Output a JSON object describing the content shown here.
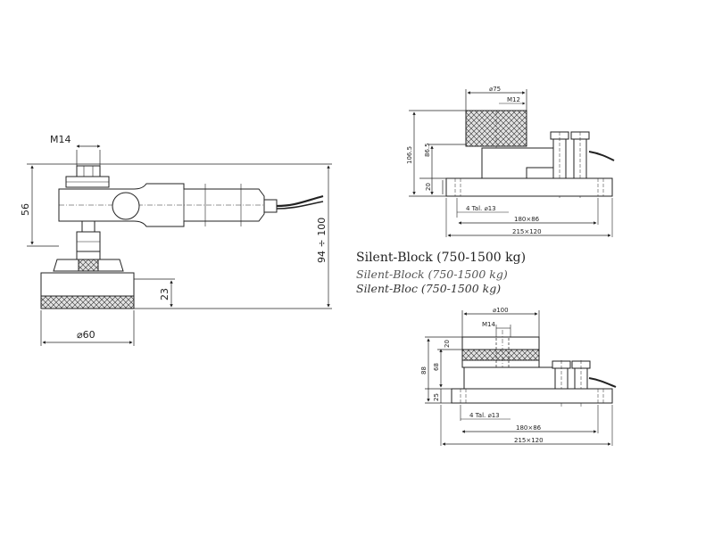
{
  "colors": {
    "line": "#222222",
    "hatch_fill": "#d9d9d9",
    "background": "#ffffff"
  },
  "captions": [
    "Silent-Block  (750-1500 kg)",
    "Silent-Block  (750-1500 kg)",
    "Silent-Bloc  (750-1500 kg)"
  ],
  "left_view": {
    "thread_label": "M14",
    "height_label": "56",
    "total_label": "94 ÷ 100",
    "pad_height_label": "23",
    "pad_diameter_label": "⌀60"
  },
  "top_right_view": {
    "diameter_label": "⌀75",
    "thread_label": "M12",
    "height_1_label": "106.5",
    "height_2_label": "86.5",
    "base_label": "20",
    "hole_label": "4 Tal. ⌀13",
    "spacing_label": "180×86",
    "plate_label": "215×120"
  },
  "bottom_right_view": {
    "diameter_label": "⌀100",
    "thread_label": "M14",
    "top_label": "20",
    "mid_label": "68",
    "total_label": "88",
    "base_label": "25",
    "hole_label": "4 Tal. ⌀13",
    "spacing_label": "180×86",
    "plate_label": "215×120"
  }
}
